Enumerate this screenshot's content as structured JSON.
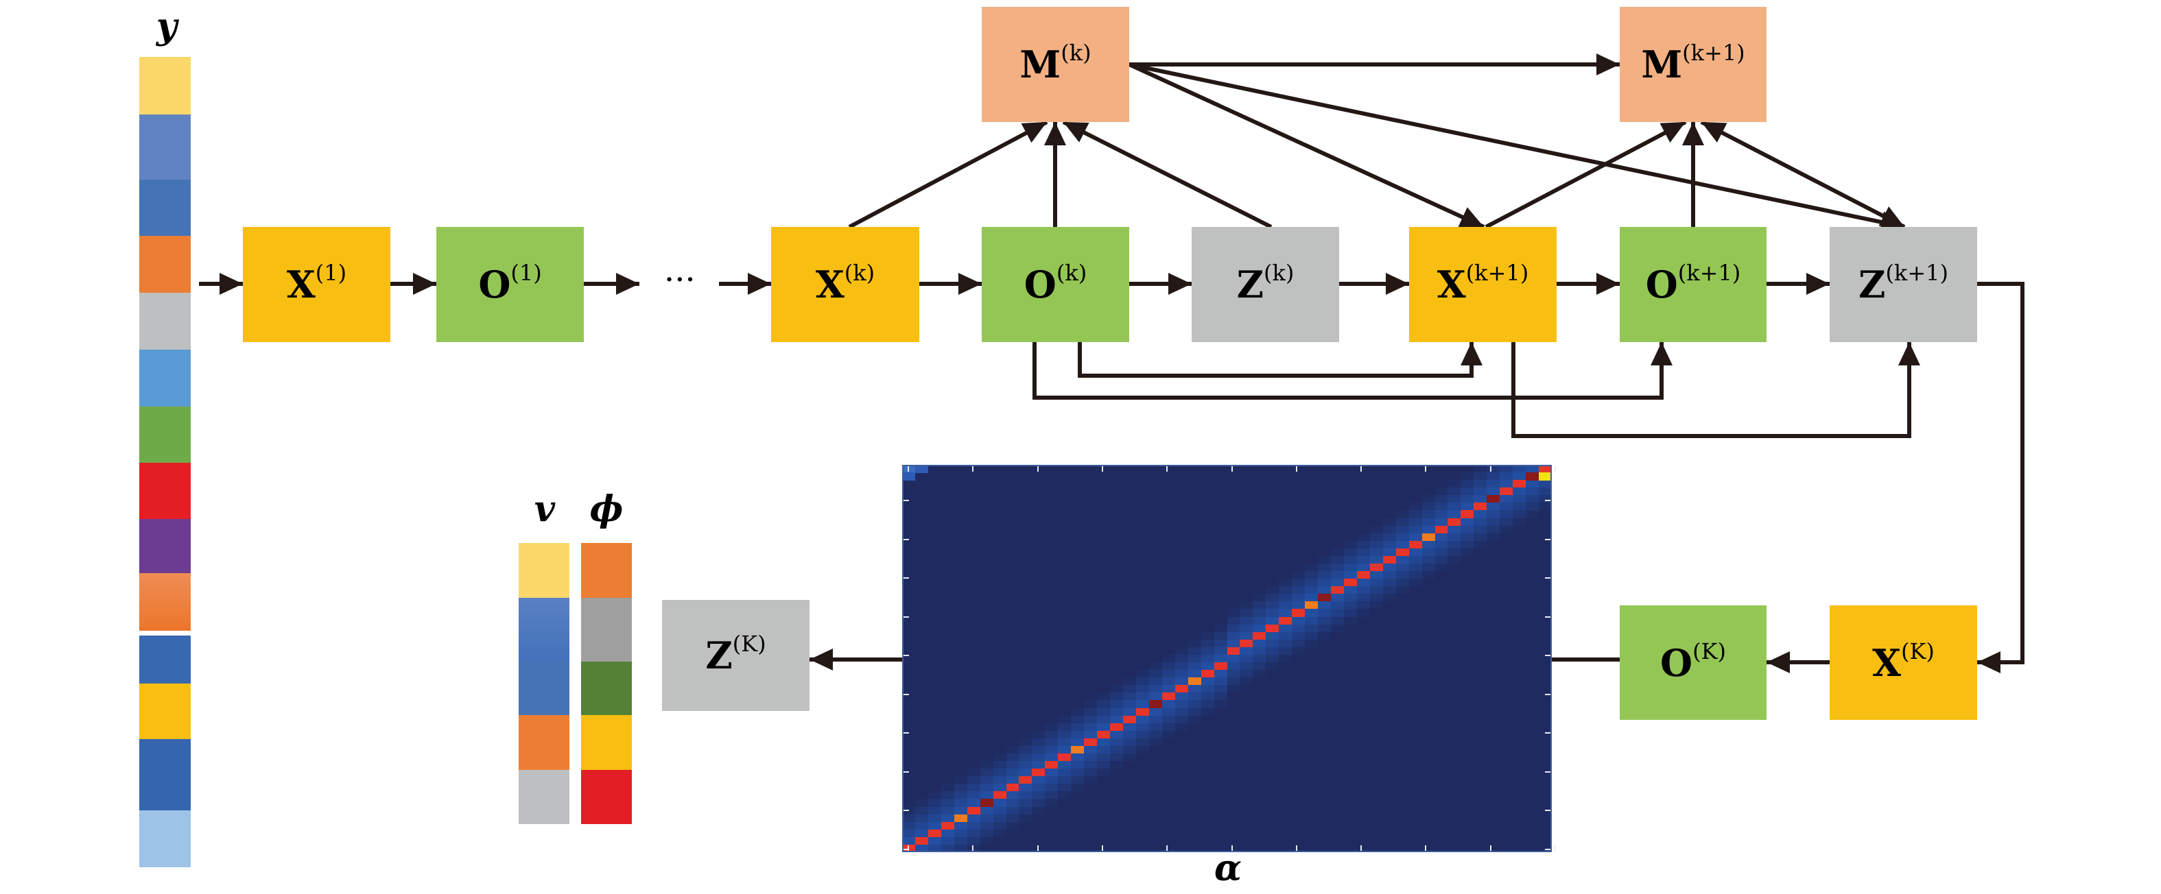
{
  "figure": {
    "type": "iterative-network-diagram",
    "input_vector": {
      "label": "y",
      "cells": [
        {
          "color": "#FBD869"
        },
        {
          "color": "#6183C1"
        },
        {
          "color": "#4573B5"
        },
        {
          "color": "#EC7E33"
        },
        {
          "color": "#BEBFC1"
        },
        {
          "color": "#5B9BD5"
        },
        {
          "color": "#6FAA48"
        },
        {
          "color": "#E41E25"
        },
        {
          "color": "#6C3B92"
        },
        {
          "color": "#EC7426",
          "gradient_top": "#F08C54"
        },
        {
          "color": "#3768B0"
        },
        {
          "color": "#F8BE12"
        },
        {
          "color": "#3565AE"
        },
        {
          "color": "#9DC3E6"
        }
      ]
    },
    "nodes": {
      "x1": {
        "base": "X",
        "sup": "(1)",
        "kind": "X"
      },
      "o1": {
        "base": "O",
        "sup": "(1)",
        "kind": "O"
      },
      "ellipsis": "···",
      "xk": {
        "base": "X",
        "sup": "(k)",
        "kind": "X"
      },
      "ok": {
        "base": "O",
        "sup": "(k)",
        "kind": "O"
      },
      "zk": {
        "base": "Z",
        "sup": "(k)",
        "kind": "Z"
      },
      "xk1": {
        "base": "X",
        "sup": "(k+1)",
        "kind": "X"
      },
      "ok1": {
        "base": "O",
        "sup": "(k+1)",
        "kind": "O"
      },
      "zk1": {
        "base": "Z",
        "sup": "(k+1)",
        "kind": "Z"
      },
      "mk": {
        "base": "M",
        "sup": "(k)",
        "kind": "M"
      },
      "mk1": {
        "base": "M",
        "sup": "(k+1)",
        "kind": "M"
      },
      "xK": {
        "base": "X",
        "sup": "(K)",
        "kind": "X"
      },
      "oK": {
        "base": "O",
        "sup": "(K)",
        "kind": "O"
      },
      "zK": {
        "base": "Z",
        "sup": "(K)",
        "kind": "Z"
      }
    },
    "edges": [
      {
        "from": "y",
        "to": "x1"
      },
      {
        "from": "x1",
        "to": "o1"
      },
      {
        "from": "o1",
        "to": "ellipsis"
      },
      {
        "from": "ellipsis",
        "to": "xk"
      },
      {
        "from": "xk",
        "to": "ok"
      },
      {
        "from": "ok",
        "to": "zk"
      },
      {
        "from": "zk",
        "to": "xk1"
      },
      {
        "from": "xk1",
        "to": "ok1"
      },
      {
        "from": "ok1",
        "to": "zk1"
      },
      {
        "from": "xk",
        "to": "mk"
      },
      {
        "from": "ok",
        "to": "mk"
      },
      {
        "from": "zk",
        "to": "mk"
      },
      {
        "from": "mk",
        "to": "mk1"
      },
      {
        "from": "mk",
        "to": "xk1"
      },
      {
        "from": "mk",
        "to": "zk1"
      },
      {
        "from": "xk1",
        "to": "mk1"
      },
      {
        "from": "ok1",
        "to": "mk1"
      },
      {
        "from": "zk1",
        "to": "mk1"
      },
      {
        "from": "ok",
        "to": "xk1"
      },
      {
        "from": "ok",
        "to": "ok1"
      },
      {
        "from": "xk1",
        "to": "zk1"
      },
      {
        "from": "zk1",
        "to": "xK"
      },
      {
        "from": "xK",
        "to": "oK"
      },
      {
        "from": "oK",
        "to": "alpha_matrix"
      },
      {
        "from": "alpha_matrix",
        "to": "zK"
      }
    ],
    "alpha_matrix": {
      "label": "α",
      "description": "attention / alignment map with a bright diagonal band",
      "rows": 51,
      "cols": 50,
      "band_width_cells": 3,
      "colors": {
        "background": "#1F2A60",
        "low": "#1B2F8F",
        "mid": "#2456B0",
        "high": "#E8352A",
        "peak": "#F2E40A",
        "dark_peak": "#8B1A1A"
      }
    },
    "output_vectors": {
      "v": {
        "label": "v",
        "cells": [
          {
            "color": "#FBD869"
          },
          {
            "color": "#4272BA",
            "gradient_top": "#5A80C4"
          },
          {
            "color": "#4573B5"
          },
          {
            "color": "#EC7E33"
          },
          {
            "color": "#BEBFC1"
          }
        ]
      },
      "phi": {
        "label": "ϕ",
        "cells": [
          {
            "color": "#EC7E33"
          },
          {
            "color": "#9F9F9F"
          },
          {
            "color": "#538135"
          },
          {
            "color": "#F8BE12"
          },
          {
            "color": "#E41E25"
          }
        ]
      }
    }
  }
}
